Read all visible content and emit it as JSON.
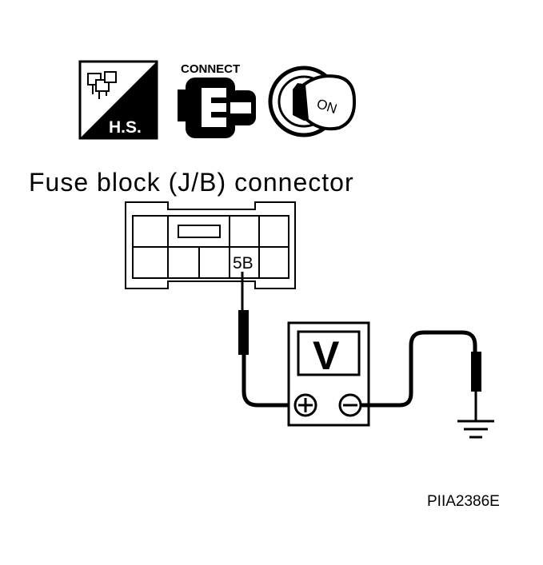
{
  "header_icons": {
    "harness_icon_label": "H.S.",
    "connect_icon_label": "CONNECT",
    "ignition_icon_label": "ON"
  },
  "diagram": {
    "title": "Fuse block (J/B) connector",
    "pin_label": "5B",
    "meter_symbol": "V",
    "figure_code": "PIIA2386E"
  }
}
